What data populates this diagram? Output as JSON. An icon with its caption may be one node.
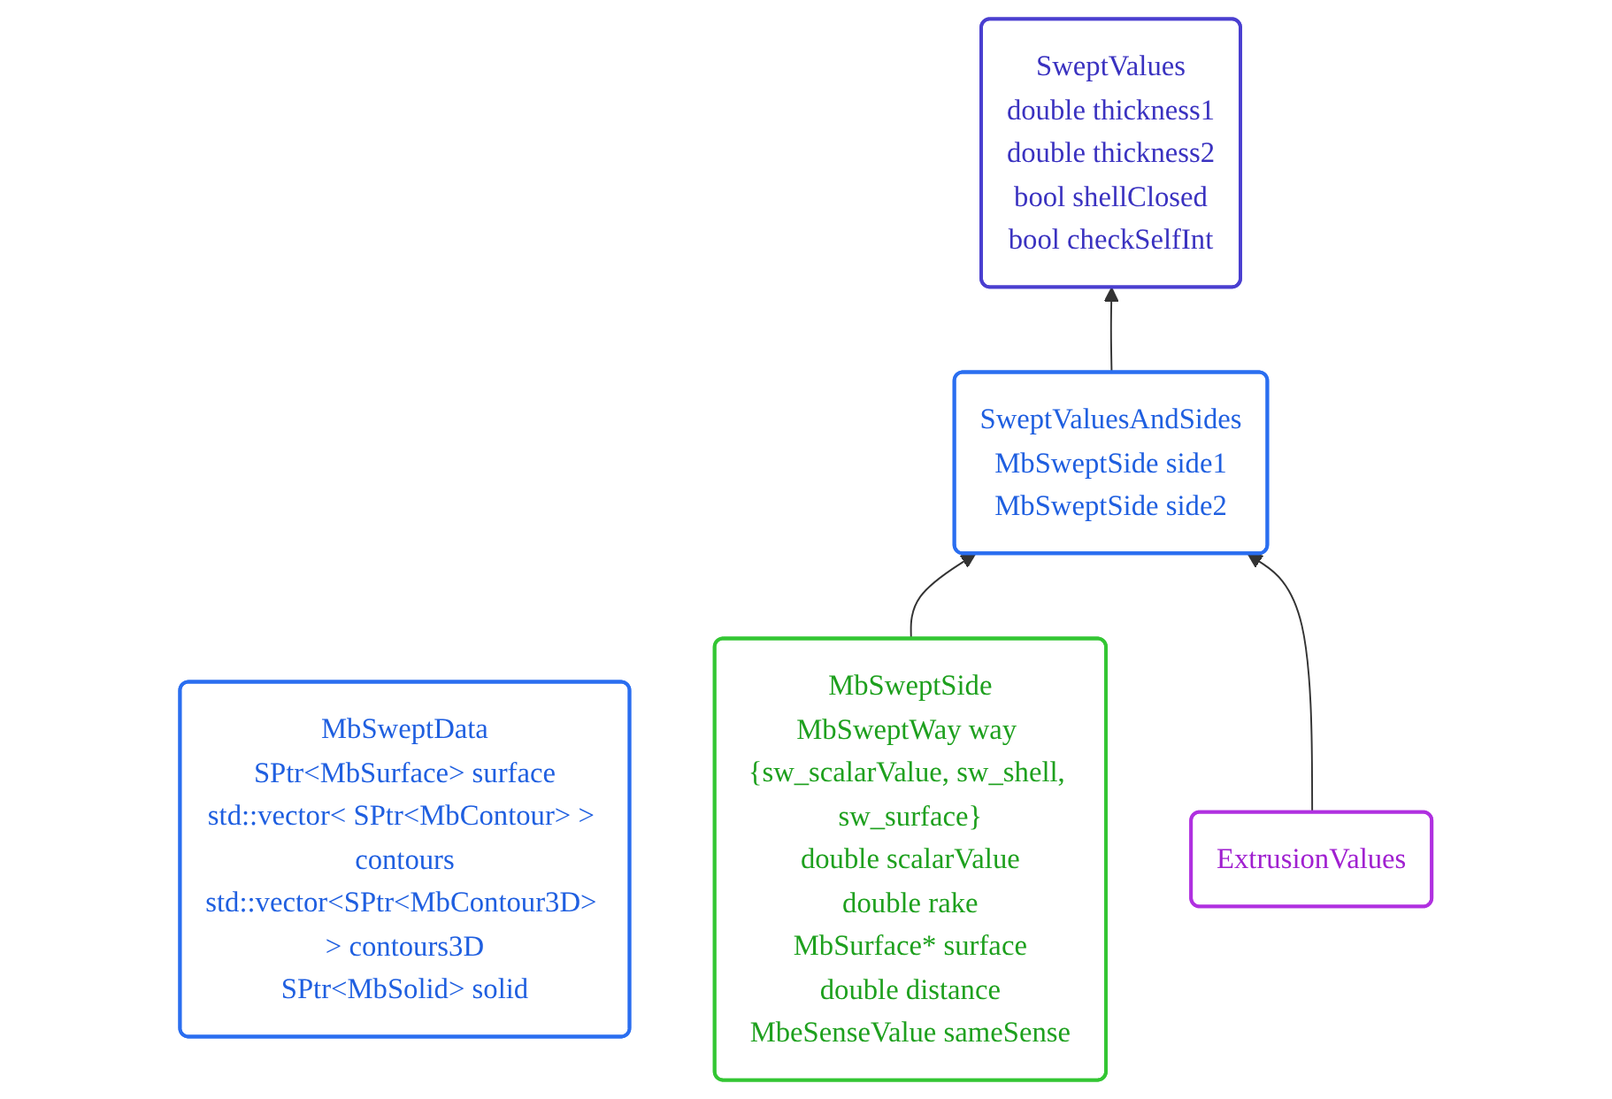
{
  "diagram": {
    "nodes": [
      {
        "text": [
          "MbSweptData",
          "SPtr<MbSurface> surface",
          "std::vector< SPtr<MbContour> > contours",
          "std::vector<SPtr<MbContour3D> > contours3D",
          "SPtr<MbSolid> solid"
        ]
      },
      {
        "text": [
          "SweptValues",
          "double thickness1",
          "double thickness2",
          "bool shellClosed",
          "bool checkSelfInt"
        ]
      },
      {
        "text": [
          "MbSweptSide",
          "MbSweptWay way {sw_scalarValue, sw_shell, sw_surface}",
          "double scalarValue",
          "double rake",
          "MbSurface* surface",
          "double distance",
          "MbeSenseValue sameSense"
        ]
      },
      {
        "text": [
          "SweptValuesAndSides",
          "MbSweptSide side1",
          "MbSweptSide side2"
        ]
      },
      {
        "text": [
          "ExtrusionValues"
        ]
      }
    ],
    "edges": [
      {
        "from": 2,
        "to": 3,
        "arrow": "to"
      },
      {
        "from": 3,
        "to": 1,
        "arrow": "to"
      },
      {
        "from": 4,
        "to": 3,
        "arrow": "to"
      }
    ]
  }
}
